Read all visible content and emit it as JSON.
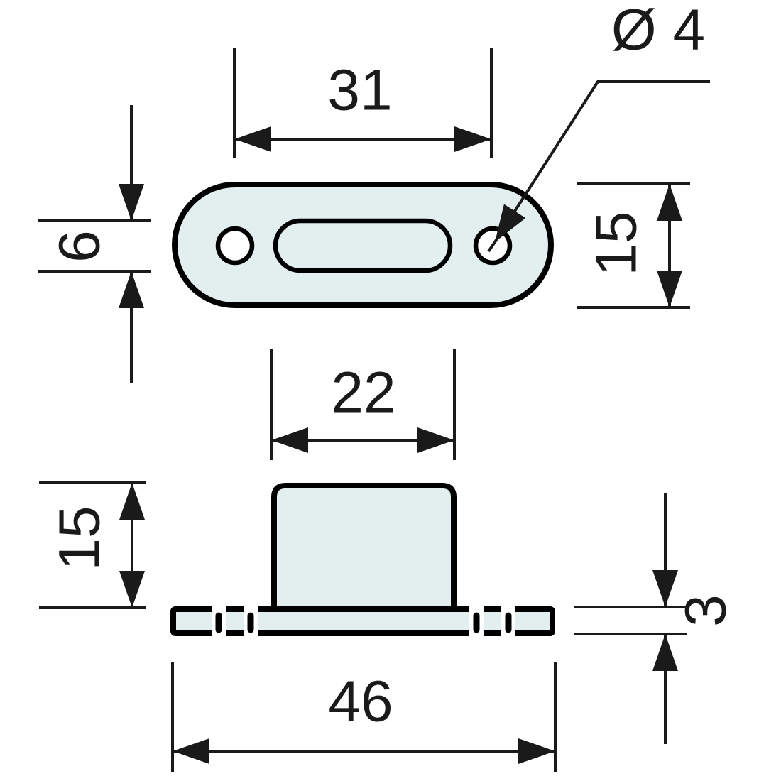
{
  "drawing": {
    "type": "technical-dimension-drawing",
    "views": {
      "top_view": "oval mounting plate with two screw holes and central slot",
      "side_view": "catch body block on base plate"
    },
    "dimensions": {
      "hole_spacing": "31",
      "slot_width": "6",
      "hole_diameter": "Ø 4",
      "plate_width": "15",
      "body_width": "22",
      "body_height": "15",
      "base_thickness": "3",
      "overall_length": "46"
    },
    "colors": {
      "background": "#ffffff",
      "part_fill": "#e2efee",
      "outline": "#000000",
      "dimension_lines": "#1a1a1a"
    }
  }
}
